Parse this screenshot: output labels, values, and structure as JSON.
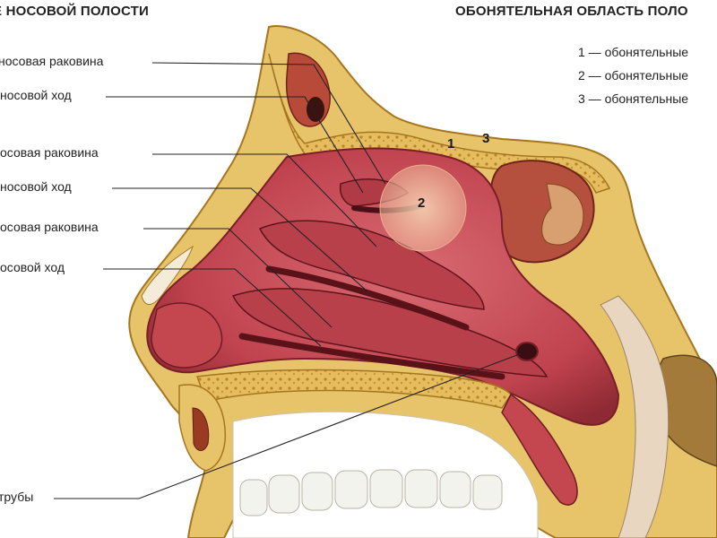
{
  "titles": {
    "left": "Е НОСОВОЙ ПОЛОСТИ",
    "right": "ОБОНЯТЕЛЬНАЯ ОБЛАСТЬ ПОЛО"
  },
  "labels": {
    "upper_concha": "носовая раковина",
    "upper_meatus": "носовой ход",
    "middle_concha": "осовая раковина",
    "middle_meatus": "носовой ход",
    "lower_concha": "осовая раковина",
    "lower_meatus": "осовой ход",
    "tube": "трубы"
  },
  "legend": [
    "1 — обонятельные",
    "2 — обонятельные",
    "3 — обонятельные"
  ],
  "markers": [
    "1",
    "2",
    "3"
  ],
  "colors": {
    "bone": "#e9c56b",
    "bone_dark": "#b8862a",
    "mucosa": "#c7505a",
    "mucosa_dark": "#7a1f28",
    "mucosa_light": "#e27c84",
    "olfactory_highlight": "#f2c6a6",
    "cartilage": "#f4ecd9",
    "teeth": "#f3f3ee",
    "leader_line": "#222222"
  }
}
